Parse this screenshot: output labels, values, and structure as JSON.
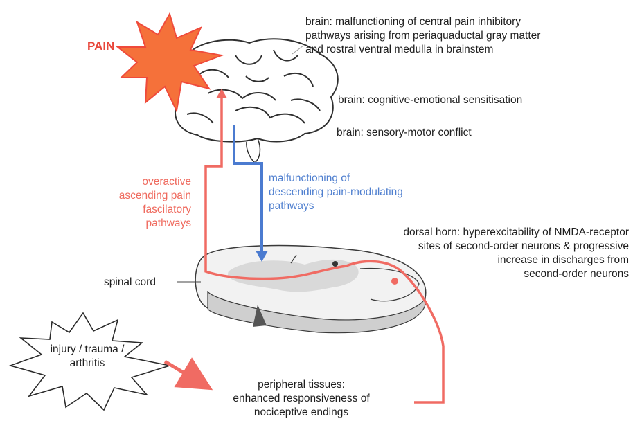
{
  "colors": {
    "ascending": "#f06b63",
    "descending": "#4b7bd0",
    "starburst_fill": "#f5713a",
    "starburst_stroke": "#ef4a3b",
    "outline": "#3a3a3a",
    "gray_matter": "#d7d7d7",
    "text": "#1e1e1e"
  },
  "pain_label": "PAIN",
  "labels": {
    "brainstem": [
      "brain: malfunctioning of central pain inhibitory",
      "pathways arising from periaquaductal gray matter",
      "and rostral ventral medulla in brainstem"
    ],
    "cognitive": "brain: cognitive-emotional sensitisation",
    "sensory_motor": "brain: sensory-motor conflict",
    "ascending": [
      "overactive",
      "ascending pain",
      "fascilatory",
      "pathways"
    ],
    "descending": [
      "malfunctioning of",
      "descending pain-modulating",
      "pathways"
    ],
    "dorsal_horn": [
      "dorsal horn: hyperexcitability of NMDA-receptor",
      "sites of second-order neurons & progressive",
      "increase in discharges from",
      "second-order neurons"
    ],
    "spinal_cord": "spinal cord",
    "injury": [
      "injury / trauma /",
      "arthritis"
    ],
    "peripheral": [
      "peripheral tissues:",
      "enhanced responsiveness of",
      "nociceptive endings"
    ]
  },
  "icons": {
    "pain_burst": "starburst",
    "injury_burst": "outline-starburst",
    "brain": "brain-outline",
    "spinal_cord": "spinal-cord-cross-section"
  }
}
